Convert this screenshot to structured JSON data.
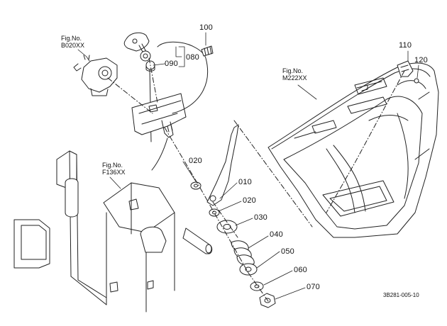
{
  "diagram": {
    "callouts": [
      "100",
      "080",
      "090",
      "020",
      "010",
      "020",
      "030",
      "040",
      "050",
      "060",
      "070",
      "110",
      "120"
    ],
    "figure_refs": [
      {
        "line1": "Fig.No.",
        "line2": "B020XX"
      },
      {
        "line1": "Fig.No.",
        "line2": "M222XX"
      },
      {
        "line1": "Fig.No.",
        "line2": "F136XX"
      }
    ],
    "document_id": "3B281-005-10"
  }
}
